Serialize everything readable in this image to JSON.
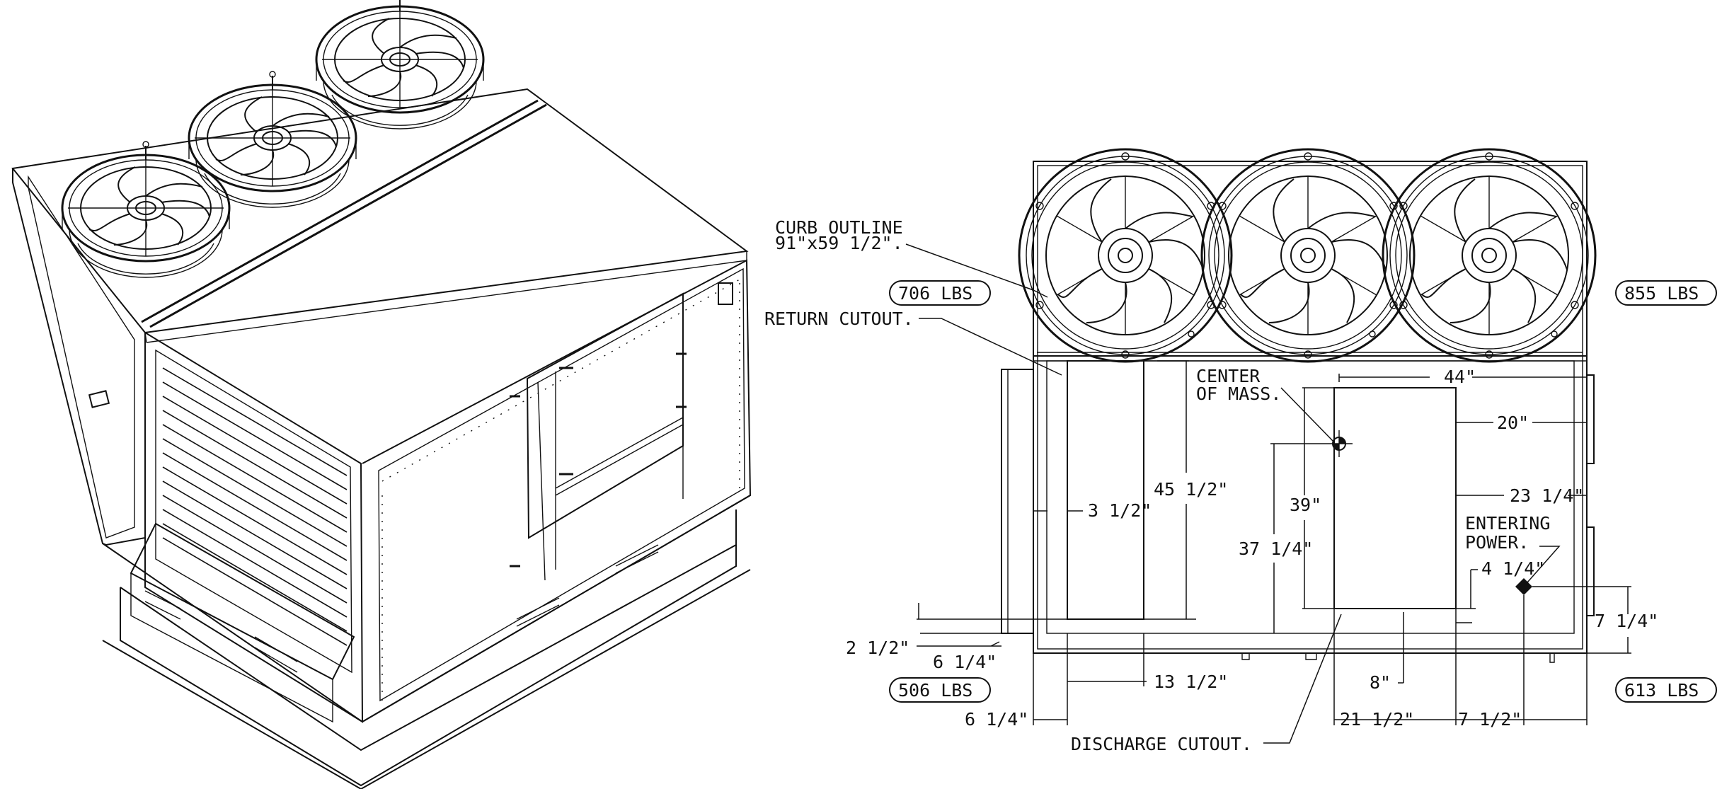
{
  "labels": {
    "curb_outline": "CURB OUTLINE",
    "curb_size": "91\"x59 1/2\".",
    "return_cutout": "RETURN CUTOUT.",
    "center_of_mass_1": "CENTER",
    "center_of_mass_2": "OF MASS.",
    "entering_power_1": "ENTERING",
    "entering_power_2": "POWER.",
    "discharge_cutout": "DISCHARGE CUTOUT."
  },
  "weights": {
    "top_left": "706 LBS",
    "top_right": "855 LBS",
    "bottom_left": "506 LBS",
    "bottom_right": "613 LBS"
  },
  "dimensions": {
    "d44": "44\"",
    "d20": "20\"",
    "d45_1_2": "45 1/2\"",
    "d39": "39\"",
    "d3_1_2": "3 1/2\"",
    "d23_1_4": "23 1/4\"",
    "d37_1_4": "37 1/4\"",
    "d4_1_4": "4 1/4\"",
    "d7_1_4": "7 1/4\"",
    "d2_1_2": "2 1/2\"",
    "d6_1_4_a": "6 1/4\"",
    "d13_1_2": "13 1/2\"",
    "d8": "8\"",
    "d6_1_4_b": "6 1/4\"",
    "d21_1_2": "21 1/2\"",
    "d7_1_2": "7 1/2\""
  }
}
